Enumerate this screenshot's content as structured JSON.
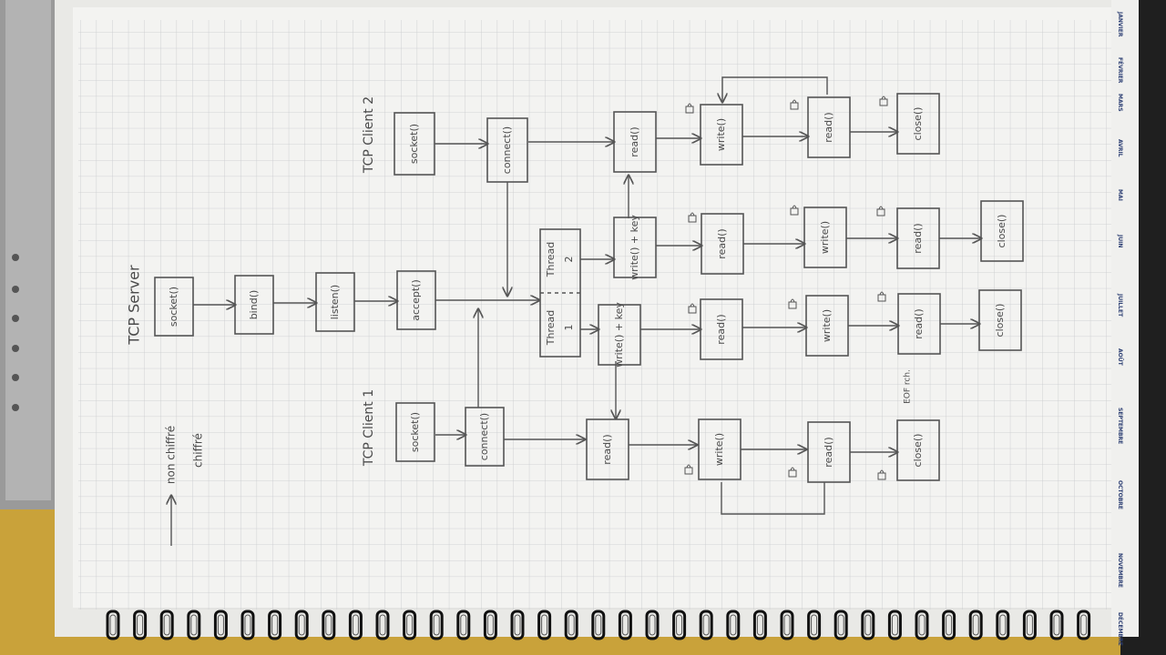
{
  "diagram": {
    "title": "TCP Server",
    "legend": {
      "plain": "non chiffré",
      "encrypted": "chiffré"
    },
    "client1_label": "TCP Client 1",
    "client2_label": "TCP Client 2",
    "server": {
      "socket": "socket()",
      "bind": "bind()",
      "listen": "listen()",
      "accept": "accept()",
      "thread1": "Thread 1",
      "thread2": "Thread 2"
    },
    "client1": {
      "socket": "socket()",
      "connect": "connect()"
    },
    "client2": {
      "socket": "socket()",
      "connect": "connect()"
    },
    "lane_client1": [
      "read()",
      "write()",
      "read()",
      "close()"
    ],
    "lane_thread1": [
      "write() + key",
      "read()",
      "write()",
      "read()",
      "close()"
    ],
    "lane_thread2": [
      "write() + key",
      "read()",
      "write()",
      "read()",
      "close()"
    ],
    "lane_client2": [
      "read()",
      "write()",
      "read()",
      "close()"
    ],
    "eof_note": "EOF rch."
  },
  "calendar_months": [
    "JANVIER",
    "FÉVRIER",
    "MARS",
    "AVRIL",
    "MAI",
    "JUIN",
    "JUILLET",
    "AOÛT",
    "SEPTEMBRE",
    "OCTOBRE",
    "NOVEMBRE",
    "DÉCEMBRE"
  ],
  "colors": {
    "desk": "#c9a23a",
    "paper": "#f3f3f1",
    "grid": "#c7c9cc",
    "ink": "#555555",
    "calendar": "#2d3f73"
  }
}
